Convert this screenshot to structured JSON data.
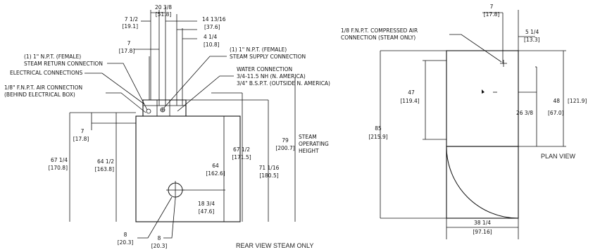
{
  "rear_view": {
    "caption": "REAR VIEW STEAM ONLY",
    "dim_20_3_8": {
      "in": "20 3/8",
      "mm": "[51.8]"
    },
    "dim_7_1_2": {
      "in": "7 1/2",
      "mm": "[19.1]"
    },
    "dim_14_13_16": {
      "in": "14 13/16",
      "mm": "[37.6]"
    },
    "dim_4_1_4": {
      "in": "4 1/4",
      "mm": "[10.8]"
    },
    "dim_7_top": {
      "in": "7",
      "mm": "[17.8]"
    },
    "dim_7_side": {
      "in": "7",
      "mm": "[17.8]"
    },
    "dim_67_1_4": {
      "in": "67 1/4",
      "mm": "[170.8]"
    },
    "dim_64_1_2": {
      "in": "64 1/2",
      "mm": "[163.8]"
    },
    "dim_64": {
      "in": "64",
      "mm": "[162.6]"
    },
    "dim_67_1_2": {
      "in": "67 1/2",
      "mm": "[171.5]"
    },
    "dim_71_1_16": {
      "in": "71 1/16",
      "mm": "[180.5]"
    },
    "dim_79": {
      "in": "79",
      "mm": "[200.7]"
    },
    "dim_18_3_4": {
      "in": "18 3/4",
      "mm": "[47.6]"
    },
    "dim_8_left": {
      "in": "8",
      "mm": "[20.3]"
    },
    "dim_8_right": {
      "in": "8",
      "mm": "[20.3]"
    },
    "steam_height": [
      "STEAM",
      "OPERATING",
      "HEIGHT"
    ],
    "steam_return": [
      "(1) 1\" N.P.T. (FEMALE)",
      "STEAM RETURN CONNECTION"
    ],
    "electrical": "ELECTRICAL CONNECTIONS",
    "air_connection": [
      "1/8\" F.N.P.T. AIR CONNECTION",
      "(BEHIND ELECTRICAL BOX)"
    ],
    "steam_supply": [
      "(1) 1\" N.P.T. (FEMALE)",
      "STEAM SUPPLY CONNECTION"
    ],
    "water": [
      "WATER CONNECTION",
      "3/4-11.5 NH (N. AMERICA)",
      "3/4\" B.S.P.T. (OUTSIDE N. AMERICA)"
    ]
  },
  "plan_view": {
    "caption": "PLAN VIEW",
    "compressed_air": [
      "1/8 F.N.P.T. COMPRESSED AIR",
      "CONNECTION (STEAM ONLY)"
    ],
    "dim_7": {
      "in": "7",
      "mm": "[17.8]"
    },
    "dim_5_1_4": {
      "in": "5 1/4",
      "mm": "[13.3]"
    },
    "dim_47": {
      "in": "47",
      "mm": "[119.4]"
    },
    "dim_48": {
      "in": "48",
      "mm": "[121.9]"
    },
    "dim_85": {
      "in": "85",
      "mm": "[215.9]"
    },
    "dim_26_3_8": {
      "in": "26 3/8",
      "mm": "[67.0]"
    },
    "dim_38_1_4": {
      "in": "38 1/4",
      "mm": "[97.16]"
    }
  }
}
